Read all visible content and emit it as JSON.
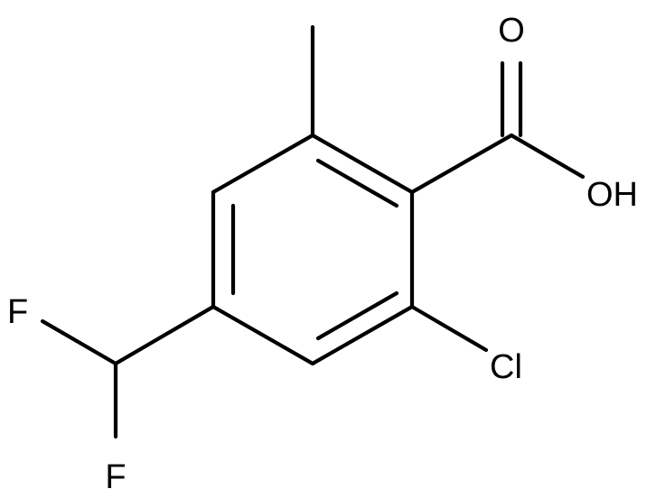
{
  "molecule": {
    "atoms": {
      "carbonyl_oxygen": "O",
      "hydroxyl": "OH",
      "chlorine": "Cl",
      "fluorine_upper": "F",
      "fluorine_lower": "F"
    },
    "bond_color": "#000000",
    "background": "#ffffff"
  }
}
